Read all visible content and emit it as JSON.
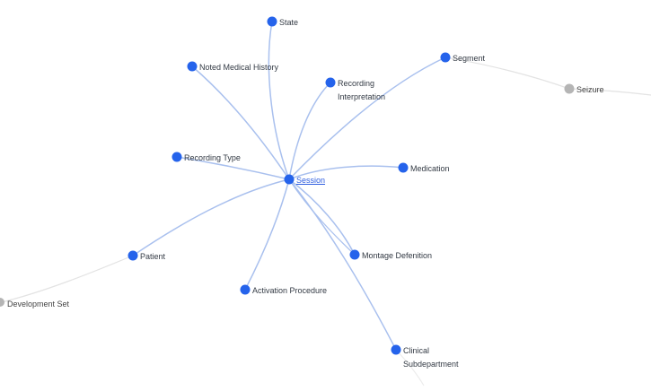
{
  "graph": {
    "center": "Session",
    "nodes": {
      "state": "State",
      "noted_medical_history": "Noted Medical History",
      "recording_interpretation": "Recording Interpretation",
      "segment": "Segment",
      "seizure": "Seizure",
      "recording_type": "Recording Type",
      "medication": "Medication",
      "patient": "Patient",
      "development_set": "Development Set",
      "montage_defenition": "Montage Defenition",
      "activation_procedure": "Activation Procedure",
      "clinical_subdepartment": "Clinical Subdepartment"
    },
    "colors": {
      "node_active": "#2563eb",
      "node_inactive": "#b5b5b5",
      "edge_active": "#a9c0ee",
      "edge_inactive": "#e3e3e3"
    }
  }
}
